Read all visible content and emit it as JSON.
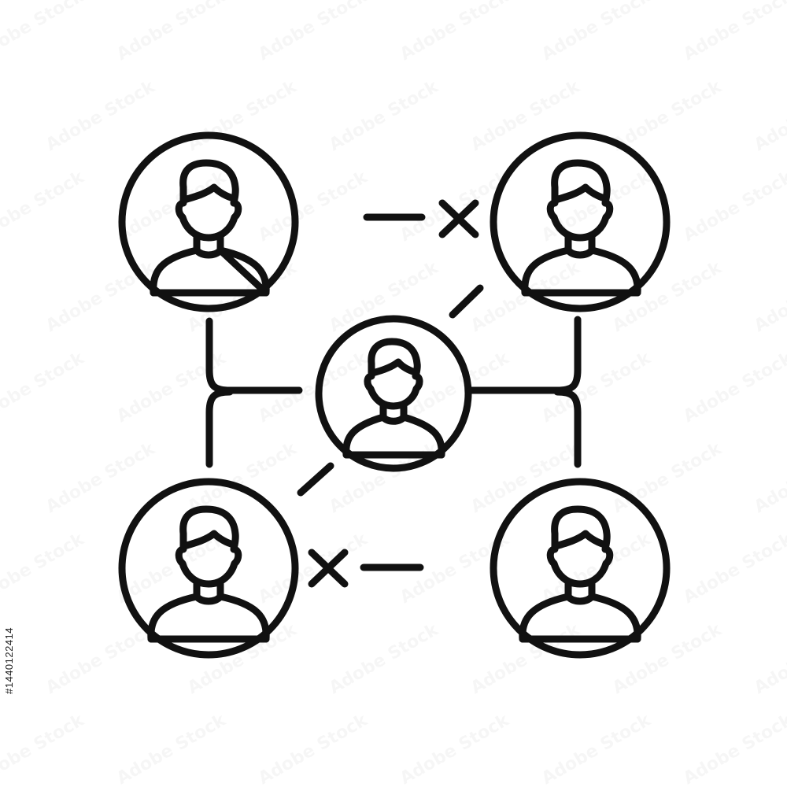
{
  "colors": {
    "ink": "#111111",
    "background": "#ffffff"
  },
  "icon": "team-network-with-broken-connections-icon",
  "people": [
    {
      "role": "top-left-person"
    },
    {
      "role": "top-right-person"
    },
    {
      "role": "center-person"
    },
    {
      "role": "bottom-left-person"
    },
    {
      "role": "bottom-right-person"
    }
  ],
  "connections": [
    {
      "name": "top-broken-link",
      "style": "dash-with-cross"
    },
    {
      "name": "bottom-broken-link",
      "style": "dash-with-cross"
    },
    {
      "name": "diagonal-link-upper",
      "style": "dashed"
    },
    {
      "name": "diagonal-link-lower",
      "style": "dashed"
    },
    {
      "name": "left-bracket-link",
      "style": "solid"
    },
    {
      "name": "right-bracket-link",
      "style": "solid"
    }
  ],
  "watermark": {
    "text": "Adobe Stock",
    "stock_id": "#1440122414"
  }
}
